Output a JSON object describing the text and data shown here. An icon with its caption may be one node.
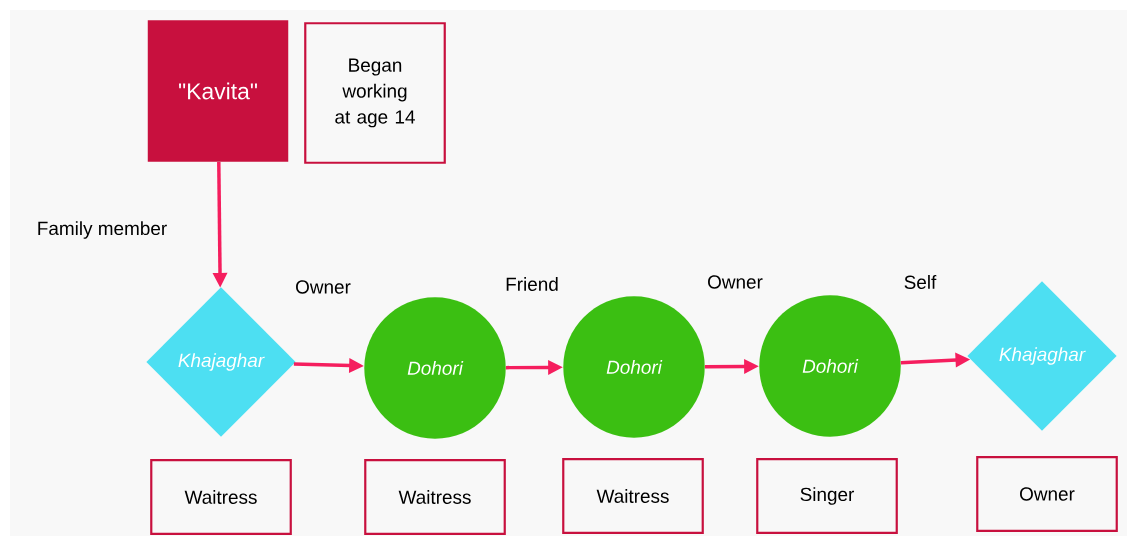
{
  "diagram": {
    "nodes": [
      {
        "text": [
          "\"Kavita\""
        ]
      },
      {
        "text": [
          "Began working at age 14"
        ]
      },
      {
        "text": [
          "Khajaghar"
        ]
      },
      {
        "text": [
          "Dohori"
        ]
      },
      {
        "text": [
          "Dohori"
        ]
      },
      {
        "text": [
          "Dohori"
        ]
      },
      {
        "text": [
          "Khajaghar"
        ]
      },
      {
        "text": [
          "Waitress"
        ]
      },
      {
        "text": [
          "Waitress"
        ]
      },
      {
        "text": [
          "Waitress"
        ]
      },
      {
        "text": [
          "Singer"
        ]
      },
      {
        "text": [
          "Owner"
        ]
      }
    ],
    "edges": [
      {
        "from": 0,
        "to": 2,
        "arrow": "to",
        "label": "Family member"
      },
      {
        "from": 2,
        "to": 3,
        "arrow": "to",
        "label": "Owner"
      },
      {
        "from": 3,
        "to": 4,
        "arrow": "to",
        "label": "Friend"
      },
      {
        "from": 4,
        "to": 5,
        "arrow": "to",
        "label": "Owner"
      },
      {
        "from": 5,
        "to": 6,
        "arrow": "to",
        "label": "Self"
      }
    ]
  }
}
